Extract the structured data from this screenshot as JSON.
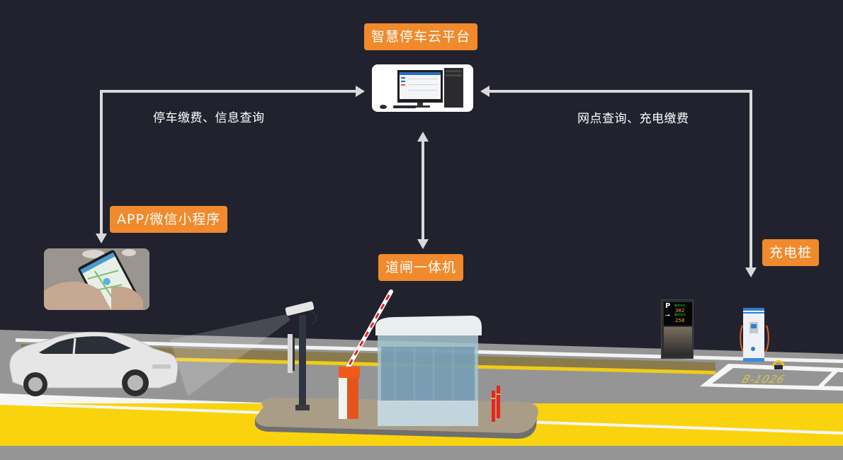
{
  "diagram": {
    "background_color": "#21222e",
    "label_color": "#f08a2c",
    "arrow_color": "#d9d9dc",
    "nodes": {
      "cloud_platform": {
        "label": "智慧停车云平台",
        "icon": "desktop-computer-icon"
      },
      "app": {
        "label": "APP/微信小程序",
        "icon": "smartphone-hand-icon"
      },
      "gate": {
        "label": "道闸一体机",
        "icon": "barrier-gate-icon"
      },
      "charger": {
        "label": "充电桩",
        "icon": "ev-charger-icon"
      }
    },
    "edges": [
      {
        "from": "cloud_platform",
        "to": "app",
        "label": "停车缴费、信息查询",
        "direction": "bidirectional"
      },
      {
        "from": "cloud_platform",
        "to": "gate",
        "label": "",
        "direction": "bidirectional"
      },
      {
        "from": "cloud_platform",
        "to": "charger",
        "label": "网点查询、充电缴费",
        "direction": "bidirectional"
      }
    ],
    "scene": {
      "guidance_sign": {
        "symbol_p": "P",
        "line1_label": "剩余车位",
        "line1_value": "382",
        "line2_arrow": "→",
        "line2_label": "剩余车位",
        "line2_value": "258"
      },
      "parking_space_number": "B-1026",
      "road_colors": {
        "asphalt": "#959595",
        "yellow": "#f9d30e",
        "white_line": "#ffffff",
        "curb": "#8c7c4a"
      }
    }
  }
}
